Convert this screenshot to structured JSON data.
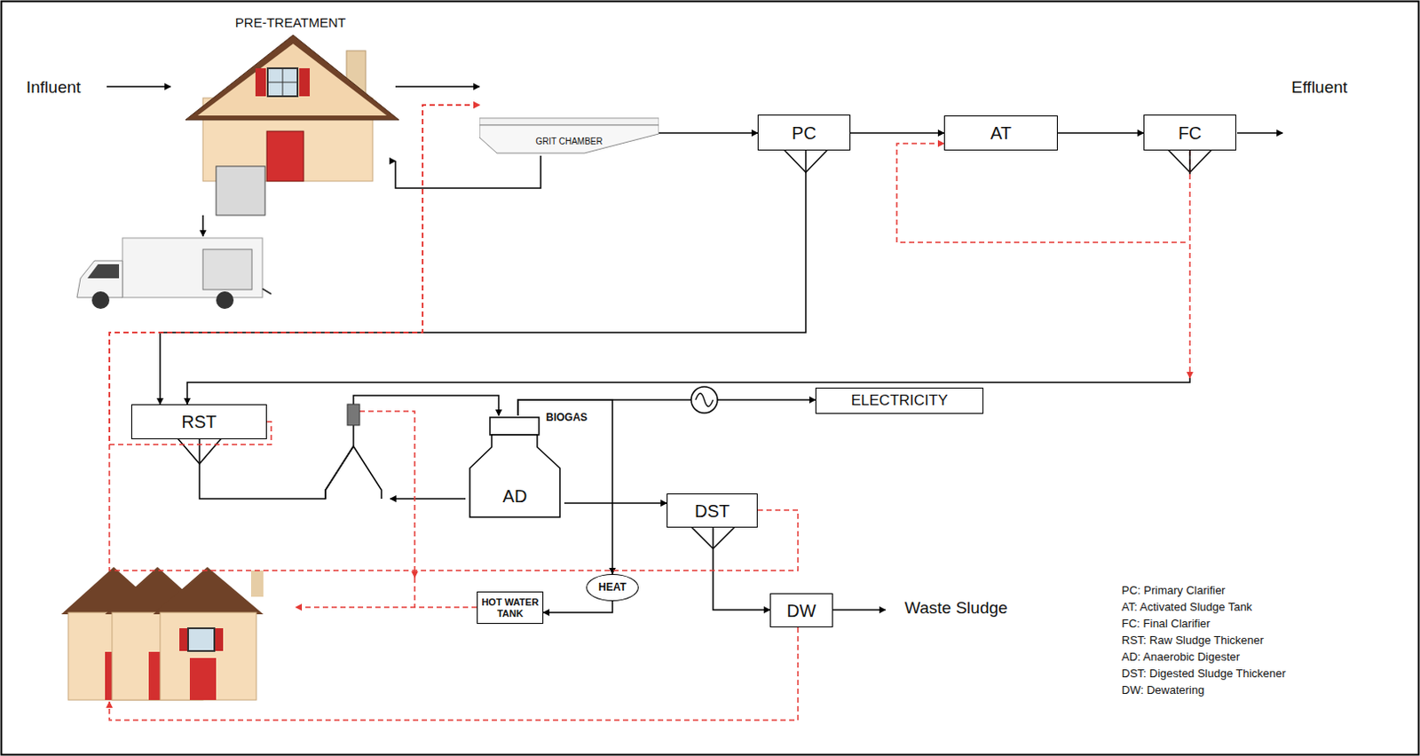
{
  "diagram": {
    "nodes": [
      {
        "text": [
          "PRE-TREATMENT"
        ]
      },
      {
        "text": [
          "GRIT CHAMBER"
        ]
      },
      {
        "text": [
          "PC"
        ]
      },
      {
        "text": [
          "AT"
        ]
      },
      {
        "text": [
          "FC"
        ]
      },
      {
        "text": [
          "RST"
        ]
      },
      {
        "text": [
          "AD"
        ]
      },
      {
        "text": [
          "DST"
        ]
      },
      {
        "text": [
          "DW"
        ]
      },
      {
        "text": [
          "ELECTRICITY"
        ]
      },
      {
        "text": [
          "HOT WATER TANK"
        ]
      },
      {
        "text": [
          "HEAT"
        ]
      }
    ],
    "edges": [
      {
        "from": 0,
        "to": 1,
        "arrow": "to"
      },
      {
        "from": 1,
        "to": 0,
        "arrow": "to"
      },
      {
        "from": 1,
        "to": 2,
        "arrow": "to"
      },
      {
        "from": 2,
        "to": 3,
        "arrow": "to"
      },
      {
        "from": 3,
        "to": 4,
        "arrow": "to"
      },
      {
        "from": 4,
        "to": 3,
        "arrow": "to"
      },
      {
        "from": 4,
        "to": 5,
        "arrow": "to"
      },
      {
        "from": 2,
        "to": 5,
        "arrow": "to"
      },
      {
        "from": 5,
        "to": 6,
        "arrow": "to"
      },
      {
        "from": 6,
        "to": 7,
        "arrow": "to"
      },
      {
        "from": 6,
        "to": 9,
        "arrow": "to"
      },
      {
        "from": 6,
        "to": 11,
        "arrow": "to"
      },
      {
        "from": 11,
        "to": 10,
        "arrow": "to"
      },
      {
        "from": 7,
        "to": 8,
        "arrow": "to"
      },
      {
        "from": 5,
        "to": 1,
        "arrow": "to"
      },
      {
        "from": 7,
        "to": 1,
        "arrow": "to"
      }
    ],
    "labels": [
      "Influent",
      "Effluent",
      "BIOGAS",
      "Waste Sludge",
      "PC: Primary Clarifier",
      "AT: Activated Sludge Tank",
      "FC: Final Clarifier",
      "RST: Raw Sludge Thickener",
      "AD: Anaerobic Digester",
      "DST: Digested Sludge Thickener",
      "DW: Dewatering"
    ]
  }
}
